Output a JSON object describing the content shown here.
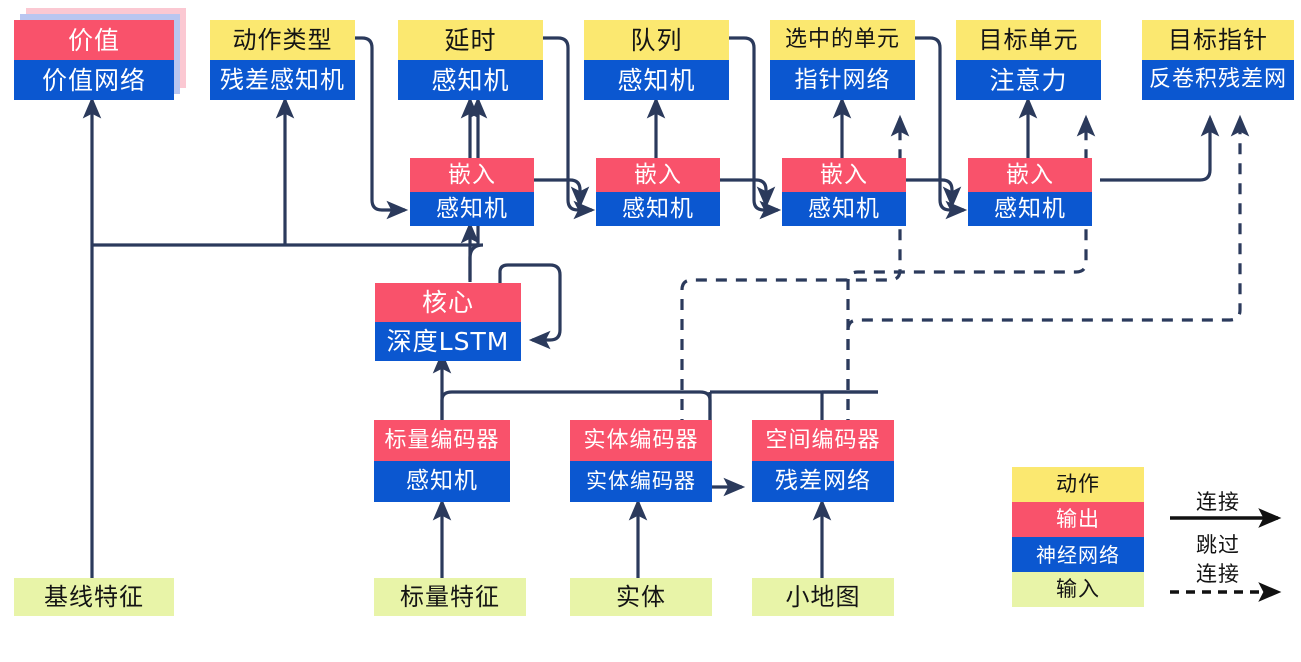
{
  "diagram": {
    "title": "AlphaStar-style network architecture diagram (Chinese labels)",
    "palette": {
      "action": "#fbe870",
      "output": "#f9526b",
      "network": "#0b57d0",
      "input": "#e8f4a8",
      "wire": "#2b3a5c",
      "shadow_pink": "#fbc8d2",
      "shadow_blue": "#b9c6f0"
    }
  },
  "nodes": {
    "value": {
      "top": "价值",
      "bottom": "价值网络"
    },
    "action_type": {
      "top": "动作类型",
      "bottom": "残差感知机"
    },
    "delay": {
      "top": "延时",
      "bottom": "感知机"
    },
    "queue": {
      "top": "队列",
      "bottom": "感知机"
    },
    "selected_units": {
      "top": "选中的单元",
      "bottom": "指针网络"
    },
    "target_unit": {
      "top": "目标单元",
      "bottom": "注意力"
    },
    "target_point": {
      "top": "目标指针",
      "bottom": "反卷积残差网"
    },
    "embed1": {
      "top": "嵌入",
      "bottom": "感知机"
    },
    "embed2": {
      "top": "嵌入",
      "bottom": "感知机"
    },
    "embed3": {
      "top": "嵌入",
      "bottom": "感知机"
    },
    "embed4": {
      "top": "嵌入",
      "bottom": "感知机"
    },
    "core": {
      "top": "核心",
      "bottom": "深度LSTM"
    },
    "scalar_encoder": {
      "top": "标量编码器",
      "bottom": "感知机"
    },
    "entity_encoder": {
      "top": "实体编码器",
      "bottom": "实体编码器"
    },
    "spatial_encoder": {
      "top": "空间编码器",
      "bottom": "残差网络"
    }
  },
  "inputs": {
    "baseline_features": "基线特征",
    "scalar_features": "标量特征",
    "entities": "实体",
    "minimap": "小地图"
  },
  "legend": {
    "action": "动作",
    "output": "输出",
    "network": "神经网络",
    "input": "输入",
    "connection": "连接",
    "skip_line1": "跳过",
    "skip_line2": "连接"
  }
}
